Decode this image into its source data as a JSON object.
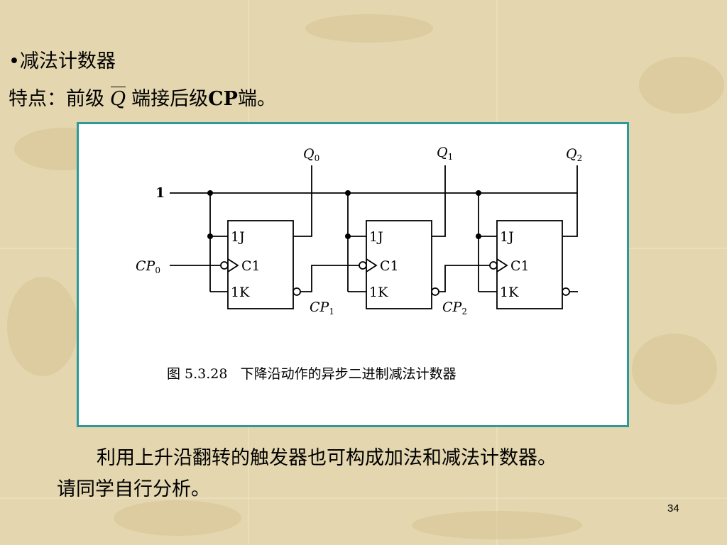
{
  "slide": {
    "title": "•减法计数器",
    "feature_prefix": "特点：前级",
    "feature_q": "Q",
    "feature_mid": "端接后级",
    "feature_cp": "CP",
    "feature_suffix": "端。",
    "paragraph_line1": "利用上升沿翻转的触发器也可构成加法和减法计数器。",
    "paragraph_line2": "请同学自行分析。",
    "page_number": "34"
  },
  "figure": {
    "caption": "图 5.3.28   下降沿动作的异步二进制减法计数器",
    "input_one": "1",
    "cp0": "CP",
    "cp0_sub": "0",
    "cp1": "CP",
    "cp1_sub": "1",
    "cp2": "CP",
    "cp2_sub": "2",
    "q0": "Q",
    "q0_sub": "0",
    "q1": "Q",
    "q1_sub": "1",
    "q2": "Q",
    "q2_sub": "2",
    "ff_j": "1J",
    "ff_c": "C1",
    "ff_k": "1K"
  },
  "colors": {
    "background": "#e4d6ae",
    "figure_border": "#2c9a9a"
  }
}
